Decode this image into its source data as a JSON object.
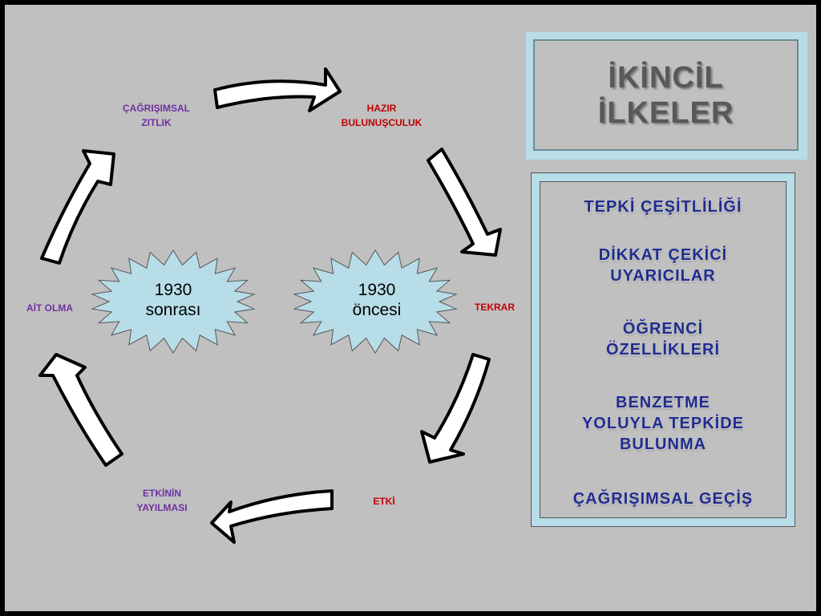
{
  "title": "İKİNCİL\nİLKELER",
  "cycle_labels": {
    "cagrisimsal_zitlik": "ÇAĞRIŞIMSAL\nZITLIK",
    "hazir_bulunusculuk": "HAZIR\nBULUNUŞCULUK",
    "tekrar": "TEKRAR",
    "etki": "ETKİ",
    "etkinin_yayilmasi": "ETKİNİN\nYAYILMASI",
    "ait_olma": "AİT OLMA"
  },
  "stars": {
    "left": "1930\nsonrası",
    "right": "1930\nöncesi"
  },
  "list_items": [
    "TEPKİ ÇEŞİTLİLİĞİ",
    "DİKKAT ÇEKİCİ\nUYARICILAR",
    "ÖĞRENCİ\nÖZELLİKLERİ",
    "BENZETME\nYOLUYLA TEPKİDE\nBULUNMA",
    "ÇAĞRIŞIMSAL GEÇİŞ"
  ],
  "colors": {
    "purple_label": "#7030a0",
    "red_label": "#c00000",
    "star_fill": "#b7dde8",
    "list_text": "#1f2c8f",
    "box_frame": "#b7dde8"
  }
}
